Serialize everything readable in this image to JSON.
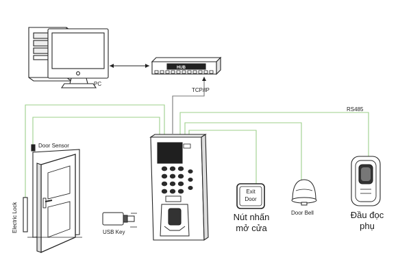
{
  "labels": {
    "pc": "PC",
    "hub": "HUB",
    "tcpip": "TCP/IP",
    "rs485": "RS485",
    "door_sensor": "Door Sensor",
    "electric_lock": "Electric Lock",
    "usb_key": "USB Key",
    "exit_line1": "Exit",
    "exit_line2": "Door",
    "exit_caption_1": "Nút nhấn",
    "exit_caption_2": "mở cửa",
    "door_bell": "Door Bell",
    "reader_caption_1": "Đầu đọc",
    "reader_caption_2": "phụ"
  },
  "colors": {
    "wire_green": "#9ccf8a",
    "wire_dark": "#6a6a6a",
    "line": "#222222",
    "screen": "#1f1f1f",
    "key": "#2a2a2a"
  }
}
